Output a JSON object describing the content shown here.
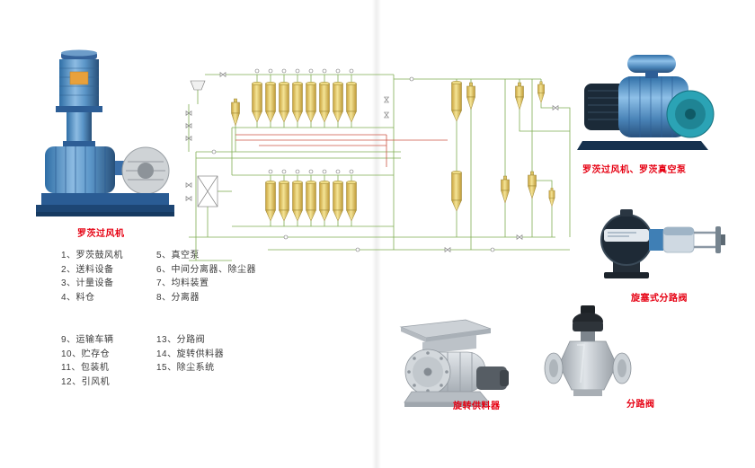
{
  "equipment_labels": {
    "left_blower": "罗茨过风机",
    "right_blower": "罗茨过风机、罗茨真空泵",
    "plug_diverter_valve": "旋塞式分路阀",
    "rotary_feeder": "旋转供料器",
    "diverter_valve": "分路阀"
  },
  "legend": {
    "group1": [
      "1、罗茨鼓风机",
      "2、送料设备",
      "3、计量设备",
      "4、料仓"
    ],
    "group2": [
      "5、真空泵",
      "6、中间分离器、除尘器",
      "7、均料装置",
      "8、分离器"
    ],
    "group3": [
      "9、运输车辆",
      "10、贮存仓",
      "11、包装机",
      "12、引风机"
    ],
    "group4": [
      "13、分路阀",
      "14、旋转供料器",
      "15、除尘系统"
    ]
  },
  "colors": {
    "label_red": "#e60012",
    "legend_text": "#3c3c3c",
    "pipe_green": "#7fae52",
    "pipe_red": "#cc5544",
    "vessel_yellow": "#f2e193",
    "blower_blue": "#3a85c0"
  }
}
